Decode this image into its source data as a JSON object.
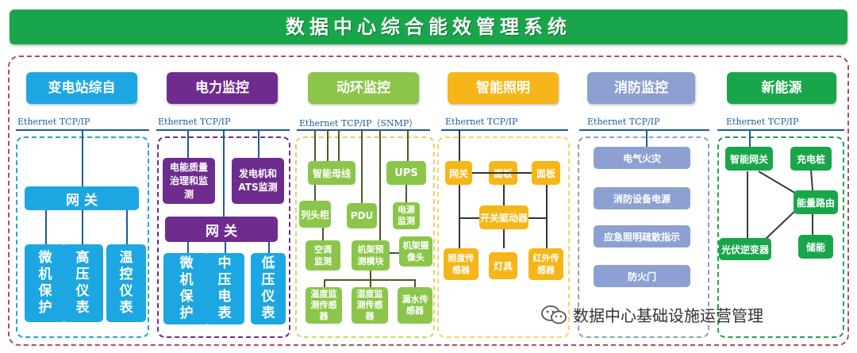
{
  "title": "数据中心综合能效管理系统",
  "ethernet": "Ethernet TCP/IP",
  "ethernet_snmp": "Ethernet TCP/IP（SNMP）",
  "watermark": "数据中心基础设施运营管理",
  "colors": {
    "green": "#19a64a",
    "blue": "#1da7e2",
    "purple": "#6f2c8f",
    "lightgreen": "#8bc64a",
    "yellow": "#f6b619",
    "lavender": "#8da0d2",
    "border": "#b24a63"
  },
  "sections": {
    "substation": {
      "header": "变电站综自",
      "gateway": "网  关",
      "devices": [
        "微机保护",
        "高压仪表",
        "温控仪表"
      ]
    },
    "power": {
      "header": "电力监控",
      "quality": "电能质量治理和监测",
      "generator": "发电机和ATS监测",
      "gateway": "网  关",
      "devices": [
        "微机保护",
        "中压电表",
        "低压仪表"
      ]
    },
    "env": {
      "header": "动环监控",
      "busway": "智能母线",
      "ups": "UPS",
      "cabinet": "列头柜",
      "pdu": "PDU",
      "power_sensor": "电源监测",
      "ac": "空调监测",
      "rack_module": "机架预测模块",
      "rack_camera": "机架摄像头",
      "temp": "温度监测传感器",
      "humidity": "湿度监测传感器",
      "leak": "漏水传感器"
    },
    "lighting": {
      "header": "智能照明",
      "gateway": "网关",
      "panel1": "面板",
      "panel2": "面板",
      "driver": "开关驱动器",
      "light_sensor": "照度传感器",
      "lamp": "灯具",
      "ir_sensor": "红外传感器"
    },
    "fire": {
      "header": "消防监控",
      "items": [
        "电气火灾",
        "消防设备电源",
        "应急照明疏散指示",
        "防火门"
      ]
    },
    "newenergy": {
      "header": "新能源",
      "gateway": "智能网关",
      "charger": "充电桩",
      "router": "能量路由",
      "inverter": "光伏逆变器",
      "storage": "储能"
    }
  }
}
